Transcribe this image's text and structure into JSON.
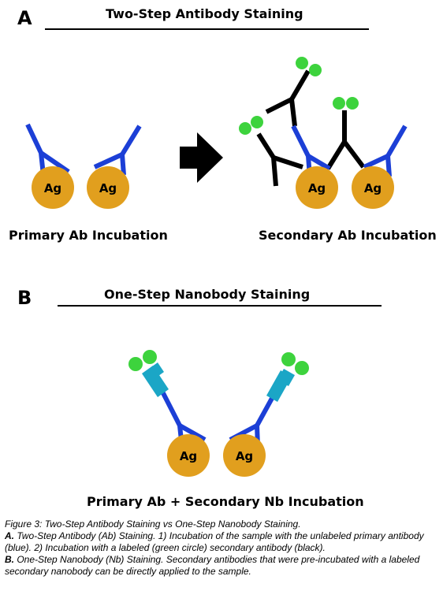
{
  "panel_a": {
    "letter": "A",
    "title": "Two-Step Antibody Staining",
    "left_label": "Primary Ab Incubation",
    "right_label": "Secondary Ab Incubation"
  },
  "panel_b": {
    "letter": "B",
    "title": "One-Step Nanobody Staining",
    "label": "Primary Ab + Secondary Nb Incubation"
  },
  "antigen_label": "Ag",
  "colors": {
    "antigen": "#E19F1E",
    "primary_antibody": "#1C3FD6",
    "secondary_antibody": "#000000",
    "fluorophore": "#3DD33D",
    "nanobody": "#1BA6C6",
    "arrow": "#000000"
  },
  "icons": {
    "process_arrow": "right-arrow-icon"
  },
  "caption": {
    "line1": "Figure 3: Two-Step Antibody Staining vs One-Step Nanobody Staining.",
    "a_prefix": "A.",
    "a_text": " Two-Step Antibody (Ab) Staining. 1) Incubation of the sample with the unlabeled primary antibody (blue). 2) Incubation with a labeled (green circle) secondary antibody (black).",
    "b_prefix": "B.",
    "b_text": " One-Step Nanobody (Nb) Staining. Secondary antibodies that were pre-incubated with a labeled secondary nanobody can be directly applied to the sample."
  }
}
